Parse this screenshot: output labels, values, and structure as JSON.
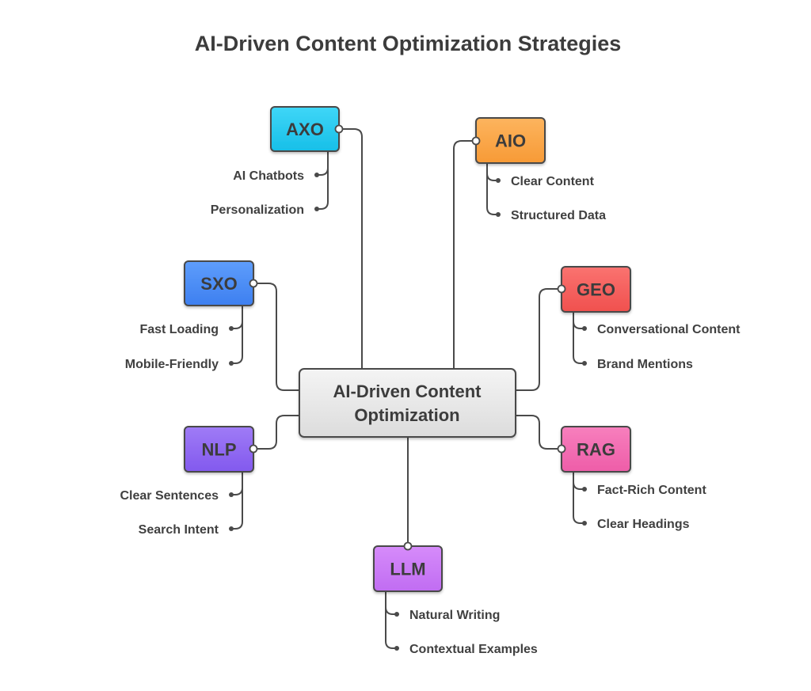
{
  "title": "AI-Driven Content Optimization Strategies",
  "center": {
    "lines": [
      "AI-Driven Content",
      "Optimization"
    ]
  },
  "branches": [
    {
      "id": "axo",
      "label": "AXO",
      "color_top": "#3fd6f7",
      "color_bottom": "#17bfe8",
      "items": [
        "AI Chatbots",
        "Personalization"
      ]
    },
    {
      "id": "aio",
      "label": "AIO",
      "color_top": "#fdb45e",
      "color_bottom": "#f79a36",
      "items": [
        "Clear Content",
        "Structured Data"
      ]
    },
    {
      "id": "sxo",
      "label": "SXO",
      "color_top": "#5e9dfb",
      "color_bottom": "#3d7ff0",
      "items": [
        "Fast Loading",
        "Mobile-Friendly"
      ]
    },
    {
      "id": "geo",
      "label": "GEO",
      "color_top": "#fa7370",
      "color_bottom": "#f0504e",
      "items": [
        "Conversational Content",
        "Brand Mentions"
      ]
    },
    {
      "id": "nlp",
      "label": "NLP",
      "color_top": "#9f7bf6",
      "color_bottom": "#8259ee",
      "items": [
        "Clear Sentences",
        "Search Intent"
      ]
    },
    {
      "id": "rag",
      "label": "RAG",
      "color_top": "#f77fbd",
      "color_bottom": "#ee5da8",
      "items": [
        "Fact-Rich Content",
        "Clear Headings"
      ]
    },
    {
      "id": "llm",
      "label": "LLM",
      "color_top": "#d68bfa",
      "color_bottom": "#c06cf2",
      "items": [
        "Natural Writing",
        "Contextual Examples"
      ]
    }
  ]
}
